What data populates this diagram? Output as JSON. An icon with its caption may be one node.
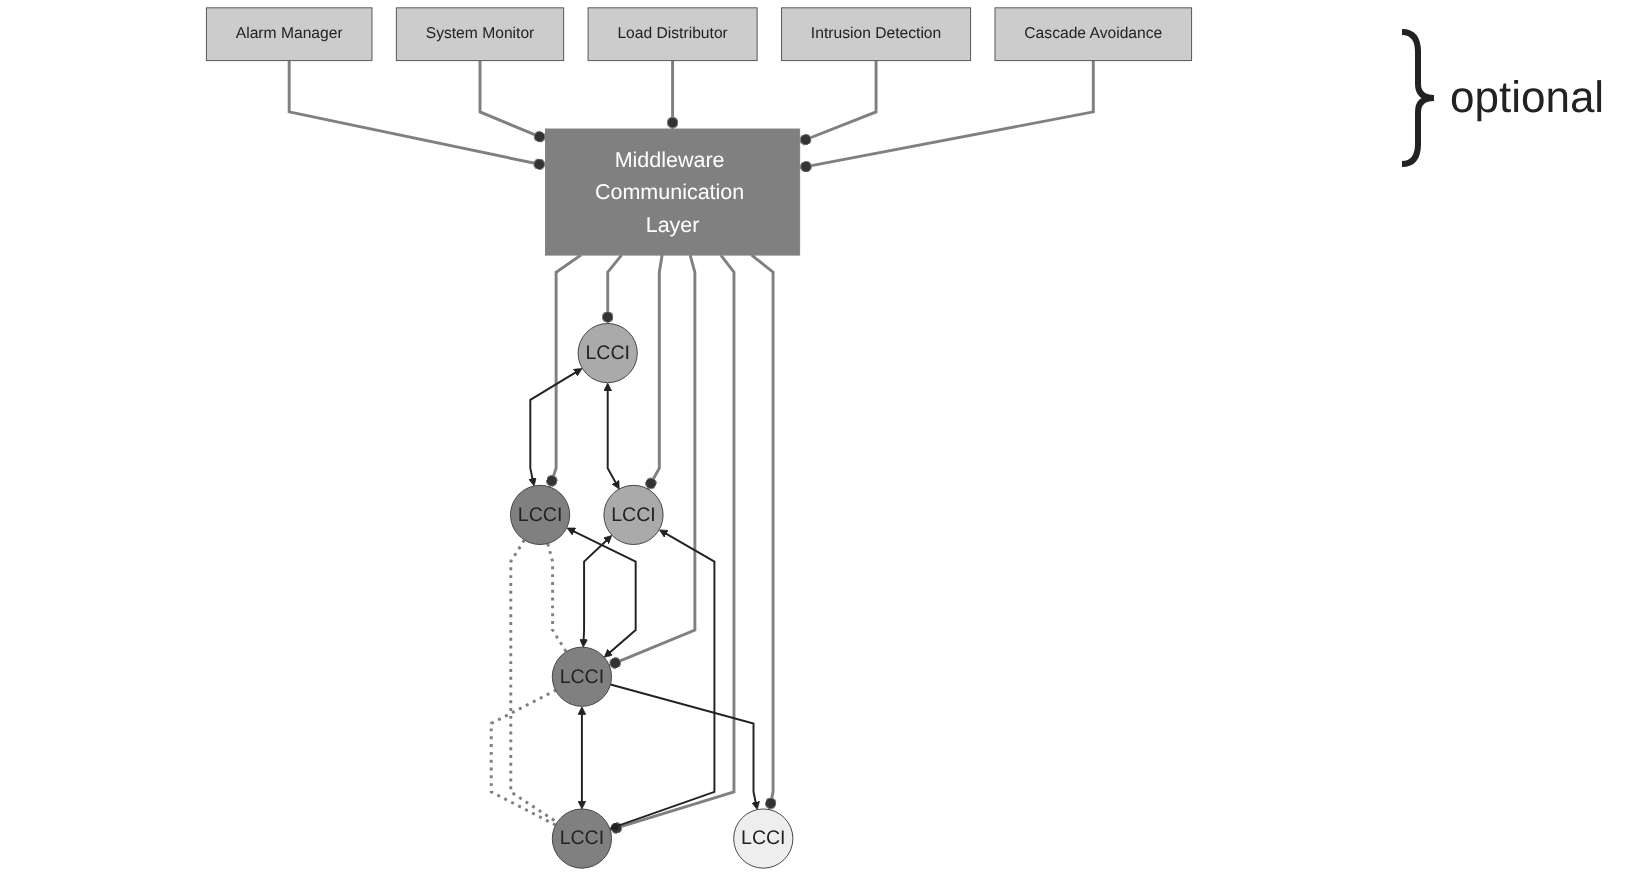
{
  "diagram": {
    "nodes": [
      {
        "text": [
          "Cascade Avoidance"
        ]
      },
      {
        "text": [
          "Intrusion Detection"
        ]
      },
      {
        "text": [
          "Load Distributor"
        ]
      },
      {
        "text": [
          "System Monitor"
        ]
      },
      {
        "text": [
          "Alarm Manager"
        ]
      },
      {
        "text": [
          "Middleware Communication Layer"
        ]
      },
      {
        "text": [
          "LCCI"
        ]
      },
      {
        "text": [
          "LCCI"
        ]
      },
      {
        "text": [
          "LCCI"
        ]
      },
      {
        "text": [
          "LCCI"
        ]
      },
      {
        "text": [
          "LCCI"
        ]
      },
      {
        "text": [
          "LCCI"
        ]
      }
    ],
    "edges": [
      {
        "from": 0,
        "to": 5,
        "arrow": "other"
      },
      {
        "from": 1,
        "to": 5,
        "arrow": "other"
      },
      {
        "from": 2,
        "to": 5,
        "arrow": "other"
      },
      {
        "from": 3,
        "to": 5,
        "arrow": "other"
      },
      {
        "from": 4,
        "to": 5,
        "arrow": "other"
      },
      {
        "from": 5,
        "to": 6,
        "arrow": "other"
      },
      {
        "from": 5,
        "to": 9,
        "arrow": "other"
      },
      {
        "from": 5,
        "to": 7,
        "arrow": "other"
      },
      {
        "from": 5,
        "to": 10,
        "arrow": "other"
      },
      {
        "from": 5,
        "to": 8,
        "arrow": "other"
      },
      {
        "from": 5,
        "to": 11,
        "arrow": "other"
      },
      {
        "from": 6,
        "to": 7,
        "arrow": "both",
        "color": "#222222"
      },
      {
        "from": 6,
        "to": 9,
        "arrow": "both",
        "color": "#222222"
      },
      {
        "from": 7,
        "to": 10,
        "arrow": "both",
        "color": "#222222"
      },
      {
        "from": 9,
        "to": 8,
        "arrow": "both",
        "color": "#222222"
      },
      {
        "from": 10,
        "to": 8,
        "arrow": "both",
        "color": "#222222"
      },
      {
        "from": 9,
        "to": 10,
        "arrow": "both",
        "color": "#222222"
      },
      {
        "from": 10,
        "to": 11,
        "arrow": "to",
        "color": "#222222"
      },
      {
        "from": 7,
        "to": 8,
        "arrow": "none",
        "style": "dashed"
      },
      {
        "from": 8,
        "to": 10,
        "arrow": "none",
        "style": "dashed"
      },
      {
        "from": 7,
        "to": 10,
        "arrow": "none",
        "style": "dashed"
      }
    ],
    "labels": [
      "optional"
    ]
  }
}
